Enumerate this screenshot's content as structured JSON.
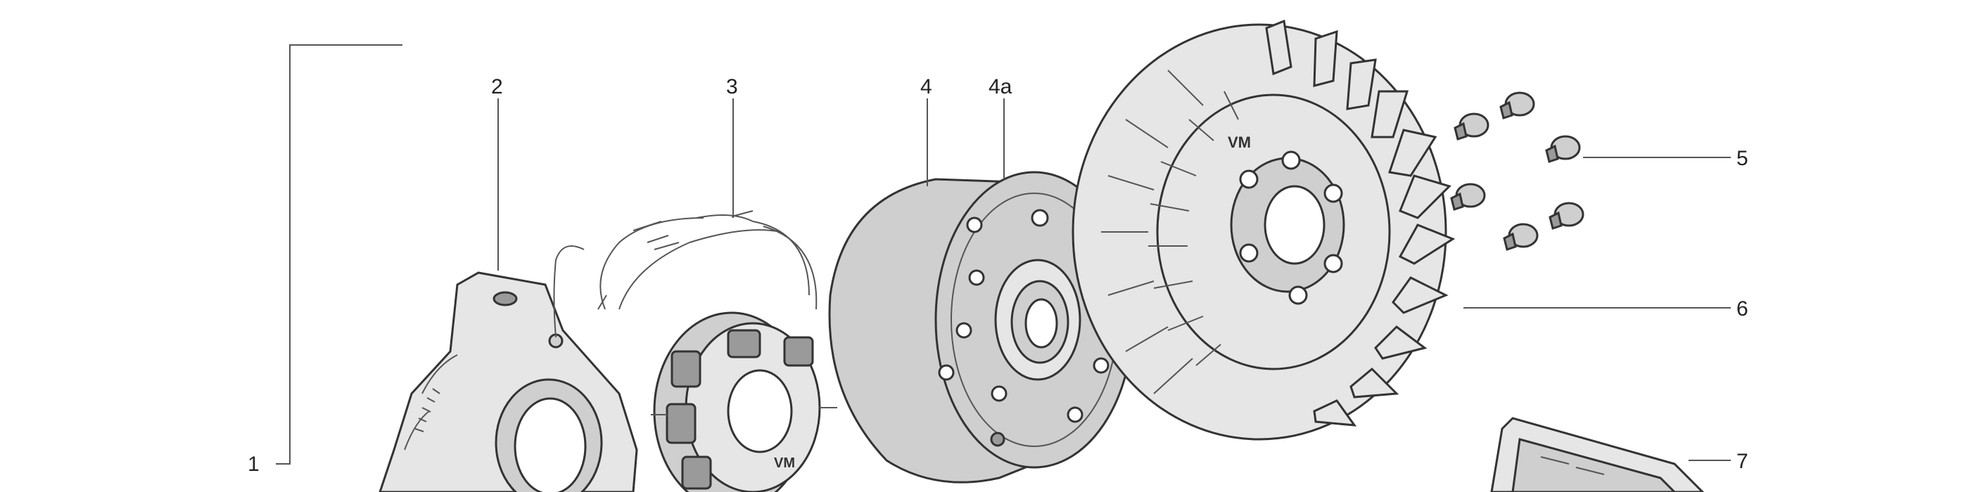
{
  "diagram": {
    "labels": {
      "l1": "1",
      "l2": "2",
      "l3": "3",
      "l4": "4",
      "l4a": "4a",
      "l5": "5",
      "l6": "6",
      "l7": "7"
    },
    "fan_logo_text": "VM",
    "stator_logo_text": "VM"
  }
}
